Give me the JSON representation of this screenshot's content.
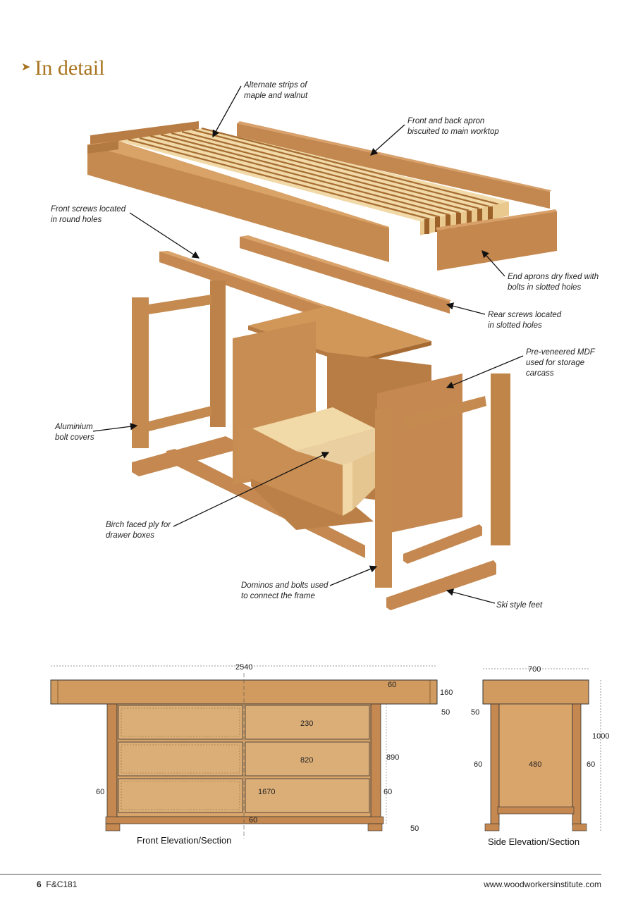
{
  "heading": {
    "arrow_glyph": "➤",
    "title": "In detail"
  },
  "callouts": [
    {
      "id": "strips",
      "lines": [
        "Alternate strips of",
        "maple and walnut"
      ]
    },
    {
      "id": "apron",
      "lines": [
        "Front and back apron",
        "biscuited to main worktop"
      ]
    },
    {
      "id": "front-screws",
      "lines": [
        "Front screws located",
        "in round holes"
      ]
    },
    {
      "id": "end-aprons",
      "lines": [
        "End aprons dry fixed with",
        "bolts in slotted holes"
      ]
    },
    {
      "id": "rear-screws",
      "lines": [
        "Rear screws located",
        "in slotted holes"
      ]
    },
    {
      "id": "mdf",
      "lines": [
        "Pre-veneered MDF",
        "used for storage",
        "carcass"
      ]
    },
    {
      "id": "bolt-covers",
      "lines": [
        "Aluminium",
        "bolt covers"
      ]
    },
    {
      "id": "birch",
      "lines": [
        "Birch faced ply for",
        "drawer boxes"
      ]
    },
    {
      "id": "dominos",
      "lines": [
        "Dominos and bolts used",
        "to connect the frame"
      ]
    },
    {
      "id": "feet",
      "lines": [
        "Ski style feet"
      ]
    }
  ],
  "front_elevation": {
    "caption": "Front Elevation/Section",
    "dims": {
      "length": "2540",
      "top_overhang": "60",
      "top_thickness": "160",
      "top_gap": "50",
      "drawer_height": "230",
      "drawer_depth": "820",
      "height": "890",
      "leg_left": "60",
      "leg_right": "60",
      "inner_width": "1670",
      "bottom_rail": "60",
      "foot": "50"
    }
  },
  "side_elevation": {
    "caption": "Side Elevation/Section",
    "dims": {
      "width": "700",
      "gap": "50",
      "height": "1000",
      "leg_left": "60",
      "inner": "480",
      "leg_right": "60"
    }
  },
  "footer": {
    "page_number": "6",
    "issue": "F&C181",
    "url": "www.woodworkersinstitute.com"
  },
  "colors": {
    "wood": "#c98a4b",
    "wood_dark": "#a56b33",
    "wood_light": "#dba265",
    "maple": "#f3dcae",
    "heading": "#a8731e"
  }
}
